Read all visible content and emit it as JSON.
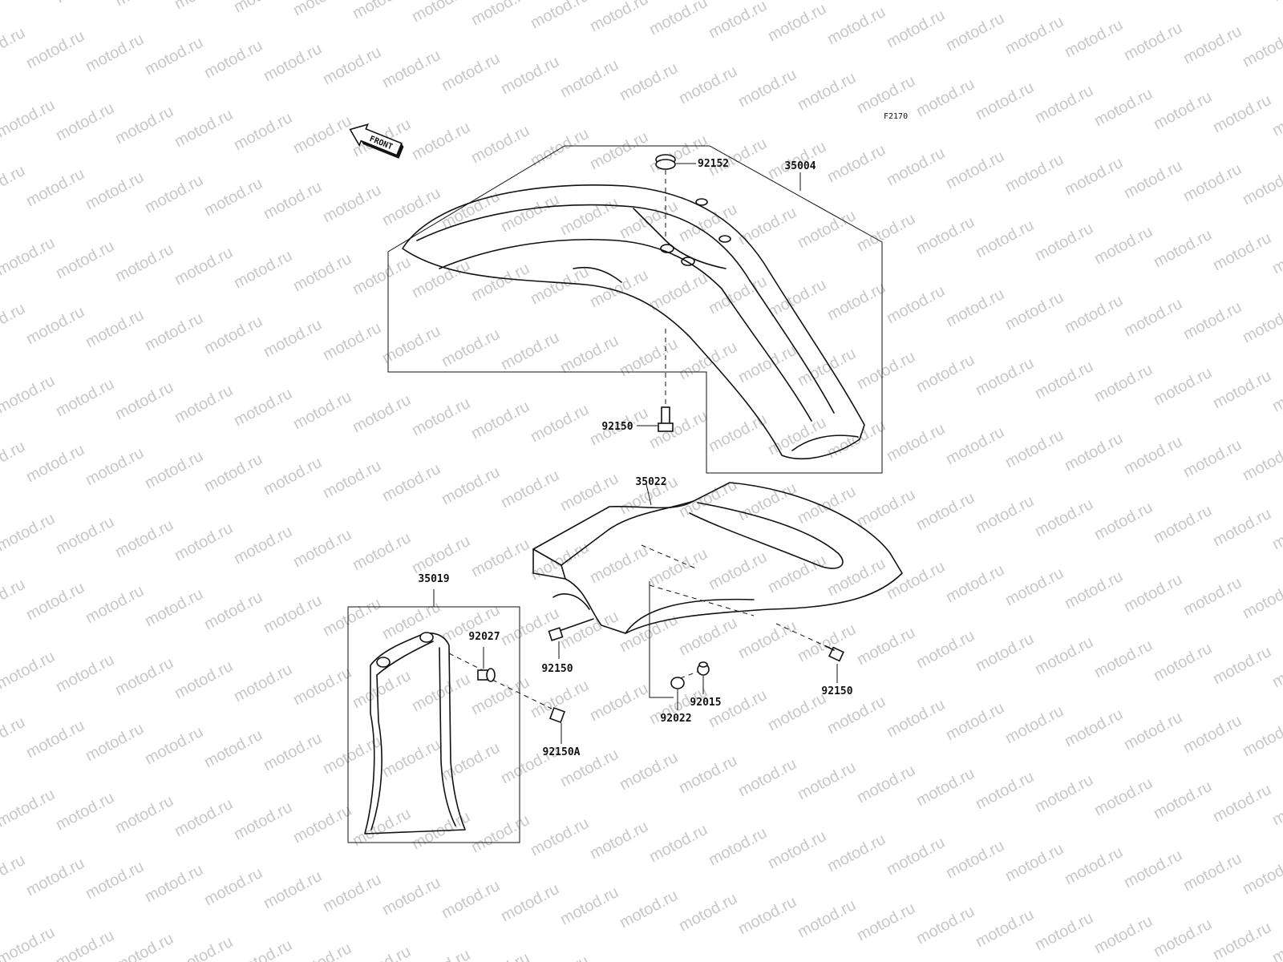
{
  "figure_ref": "F2170",
  "front_label": "FRONT",
  "watermark_text": "motod.ru",
  "parts": [
    {
      "id": "p35004",
      "label": "35004"
    },
    {
      "id": "p92152",
      "label": "92152"
    },
    {
      "id": "p92150_top",
      "label": "92150"
    },
    {
      "id": "p35022",
      "label": "35022"
    },
    {
      "id": "p35019",
      "label": "35019"
    },
    {
      "id": "p92027",
      "label": "92027"
    },
    {
      "id": "p92150_left",
      "label": "92150"
    },
    {
      "id": "p92150A",
      "label": "92150A"
    },
    {
      "id": "p92015",
      "label": "92015"
    },
    {
      "id": "p92022",
      "label": "92022"
    },
    {
      "id": "p92150_right",
      "label": "92150"
    }
  ]
}
